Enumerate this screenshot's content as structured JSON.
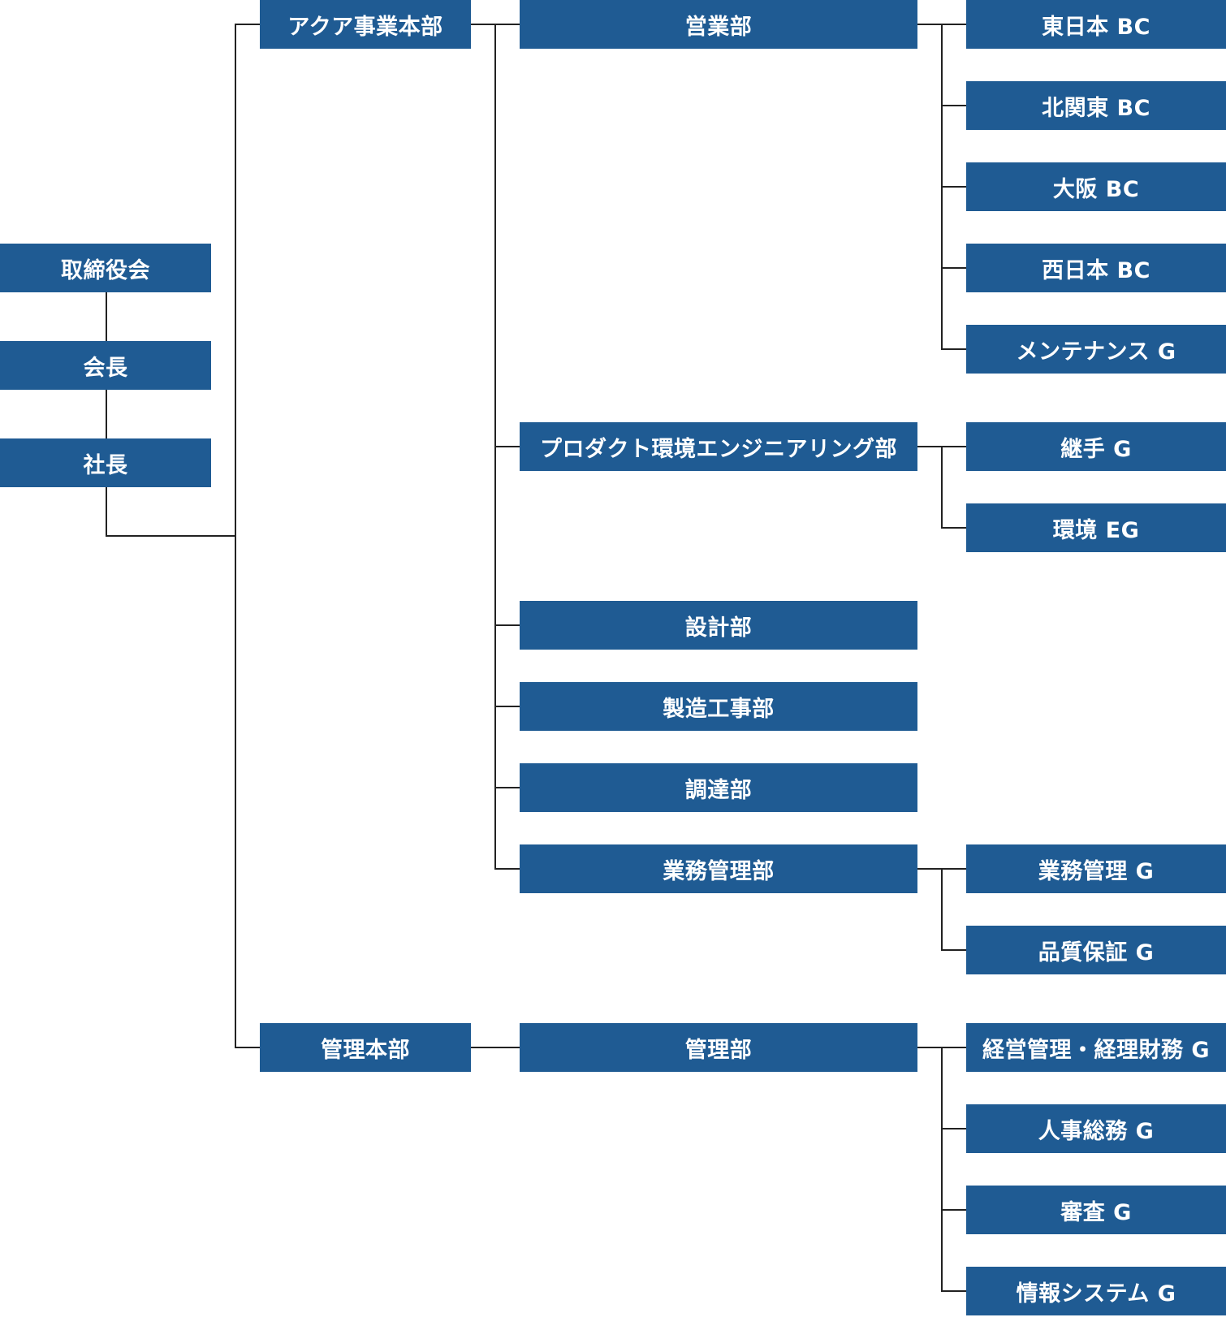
{
  "org": {
    "board": "取締役会",
    "chairman": "会長",
    "president": "社長",
    "aqua_hq": {
      "label": "アクア事業本部",
      "sales": {
        "label": "営業部",
        "children": [
          "東日本 BC",
          "北関東 BC",
          "大阪 BC",
          "西日本 BC",
          "メンテナンス G"
        ]
      },
      "product_env": {
        "label": "プロダクト環境エンジニアリング部",
        "children": [
          "継手 G",
          "環境 EG"
        ]
      },
      "design": "設計部",
      "manufacturing": "製造工事部",
      "procurement": "調達部",
      "business_mgmt": {
        "label": "業務管理部",
        "children": [
          "業務管理 G",
          "品質保証 G"
        ]
      }
    },
    "admin_hq": {
      "label": "管理本部",
      "admin_dept": {
        "label": "管理部",
        "children": [
          "経営管理・経理財務 G",
          "人事総務 G",
          "審査 G",
          "情報システム G"
        ]
      }
    }
  }
}
